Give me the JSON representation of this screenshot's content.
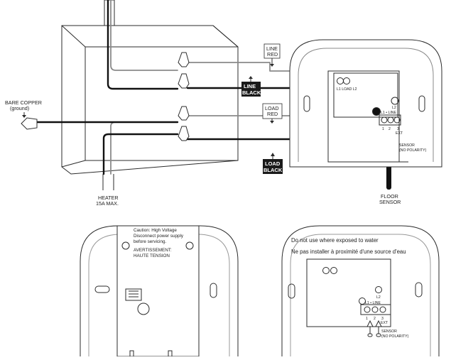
{
  "labels": {
    "bare_copper": "BARE COPPER",
    "ground": "(ground)",
    "heater": "HEATER",
    "heater_rating": "15A MAX.",
    "line_red_1": "LINE",
    "line_red_2": "RED",
    "line_black_1": "LINE",
    "line_black_2": "BLACK",
    "load_red_1": "LOAD",
    "load_red_2": "RED",
    "load_black_1": "LOAD",
    "load_black_2": "BLACK",
    "floor_sensor_1": "FLOOR",
    "floor_sensor_2": "SENSOR",
    "sensor_1": "SENSOR",
    "sensor_2": "(NO POLARITY)",
    "l1_line": "L1 • LINE",
    "l2": "L2",
    "loads": "L1 LOAD L2",
    "ext": "EXT",
    "t1": "1",
    "t2": "2",
    "t3": "3"
  },
  "caution": {
    "line1": "Caution: High Voltage",
    "line2": "Disconnect power supply",
    "line3": "before servicing.",
    "line4": "AVERTISSEMENT:",
    "line5": "HAUTE TENSION"
  },
  "warnings": {
    "en": "Do not use where exposed to water",
    "fr": "Ne pas installer à proximité d'une source d'eau"
  },
  "colors": {
    "line": "#2b2b2b",
    "wire_black": "#111111",
    "wire_red": "#8a8a8a",
    "label_box": "#1a1a1a"
  }
}
